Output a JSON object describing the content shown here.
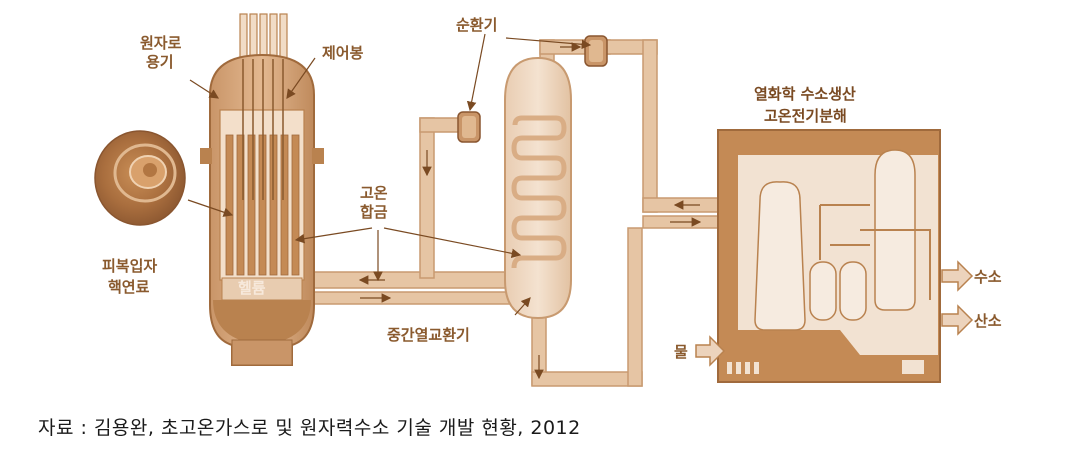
{
  "labels": {
    "reactor_vessel": [
      "원자로",
      "용기"
    ],
    "control_rods": "제어봉",
    "circulator": "순환기",
    "hydrogen_production": [
      "열화학 수소생산",
      "고온전기분해"
    ],
    "high_temp_alloy": [
      "고온",
      "합금"
    ],
    "coated_particle_fuel": [
      "피복입자",
      "핵연료"
    ],
    "helium": "헬륨",
    "intermediate_heat_exchanger": "중간열교환기",
    "hydrogen_out": "수소",
    "oxygen_out": "산소",
    "water_in": "물"
  },
  "caption": "자료 : 김용완, 초고온가스로 및 원자력수소 기술 개발 현황, 2012",
  "colors": {
    "pipe": "#e6c5a4",
    "pipe_edge": "#c89a70",
    "vessel": "#d7a87d",
    "vessel_dark": "#b9824f",
    "label": "#8a5a2e"
  }
}
